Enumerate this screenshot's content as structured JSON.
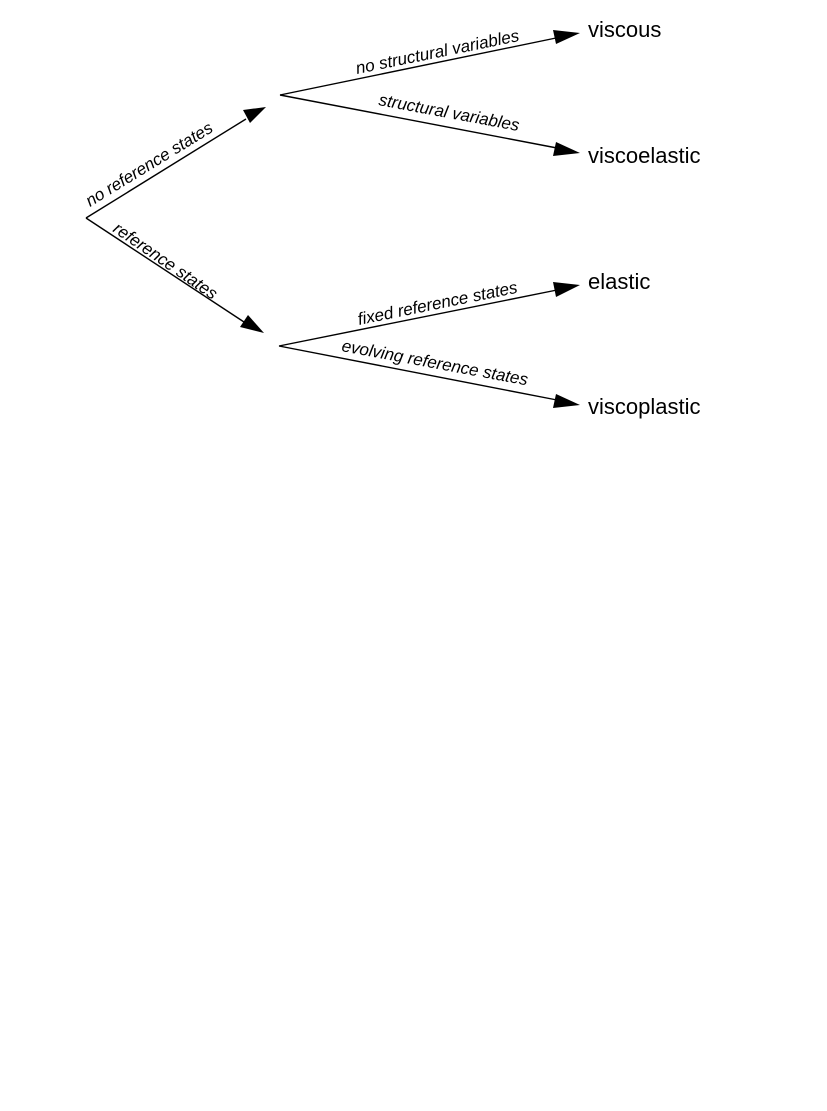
{
  "diagram": {
    "edges": {
      "root_to_upper": "no reference states",
      "root_to_lower": "reference states",
      "upper_to_viscous": "no structural variables",
      "upper_to_viscoelastic": "structural variables",
      "lower_to_elastic": "fixed reference states",
      "lower_to_viscoplastic": "evolving reference states"
    },
    "leaves": {
      "viscous": "viscous",
      "viscoelastic": "viscoelastic",
      "elastic": "elastic",
      "viscoplastic": "viscoplastic"
    },
    "colors": {
      "stroke": "#000000",
      "background": "#ffffff"
    }
  }
}
